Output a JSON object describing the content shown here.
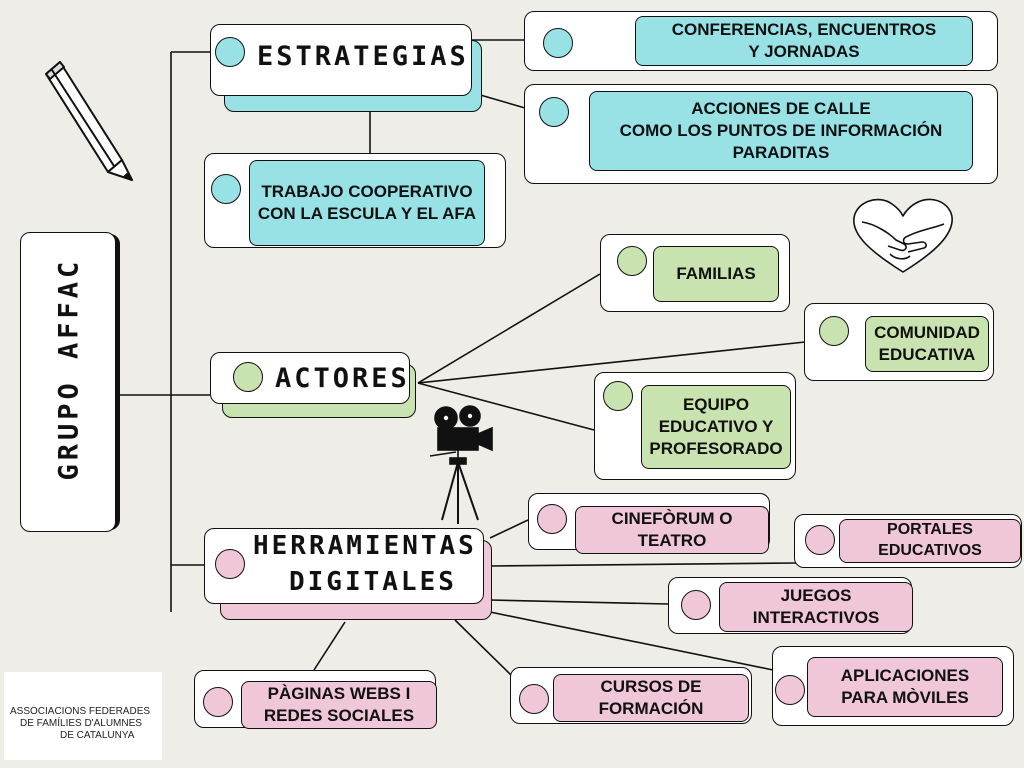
{
  "root": {
    "label": "GRUPO AFFAC"
  },
  "branches": {
    "estrategias": {
      "label": "ESTRATEGIAS",
      "items": [
        "CONFERENCIAS, ENCUENTROS\nY JORNADAS",
        "ACCIONES DE CALLE\nCOMO LOS PUNTOS DE INFORMACIÓN\nPARADITAS",
        "TRABAJO COOPERATIVO\nCON LA ESCULA Y EL AFA"
      ],
      "color": "#98e2e6"
    },
    "actores": {
      "label": "ACTORES",
      "items": [
        "FAMILIAS",
        "COMUNIDAD\nEDUCATIVA",
        "EQUIPO\nEDUCATIVO Y\nPROFESORADO"
      ],
      "color": "#c9e3b0"
    },
    "herramientas": {
      "label_line1": "HERRAMIENTAS",
      "label_line2": "DIGITALES",
      "items": [
        "CINEFÒRUM O\nTEATRO",
        "PORTALES\nEDUCATIVOS",
        "JUEGOS\nINTERACTIVOS",
        "APLICACIONES\nPARA MÒVILES",
        "CURSOS DE\nFORMACIÓN",
        "PÀGINAS WEBS I\nREDES SOCIALES"
      ],
      "color": "#efc7d8"
    }
  },
  "logo_text": [
    "ASSOCIACIONS FEDERADES",
    "DE FAMÍLIES D'ALUMNES",
    "DE CATALUNYA"
  ],
  "icons": [
    "pencil-icon",
    "heart-hug-icon",
    "film-camera-icon"
  ]
}
